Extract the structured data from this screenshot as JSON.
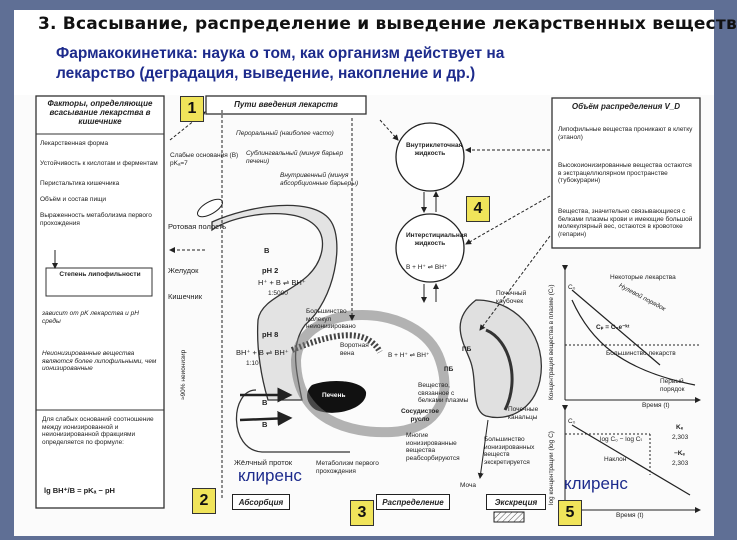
{
  "title": "3. Всасывание, распределение и выведение лекарственных веществ",
  "subtitle_line1": "Фармакокинетика: наука о том, как организм действует на",
  "subtitle_line2": "лекарство (деградация, выведение, накопление и др.)",
  "badges": [
    "1",
    "2",
    "3",
    "4",
    "5"
  ],
  "clearance_left": "клиренс",
  "clearance_right": "клиренс",
  "left_panel": {
    "header": "Факторы, определяющие всасывание лекарства в кишечнике",
    "items": [
      "Лекарственная форма",
      "Устойчивость к кислотам и ферментам",
      "Перистальтика кишечника",
      "Объём и состав пищи",
      "Выраженность метаболизма первого прохождения"
    ],
    "lipophilicity": "Степень липофильности",
    "dependency": "зависит от pK лекарства и pH среды",
    "nonionized": "Неионизированные вещества являются более липофильными, чем ионизированные",
    "formula_note": "Для слабых оснований соотношение между ионизированной и неионизированной фракциями определяется по формуле:",
    "formula": "lg BH⁺/B = pKₐ − pH"
  },
  "routes": {
    "header": "Пути введения лекарств",
    "oral": "Пероральный (наиболее часто)",
    "sublingual": "Сублингвальный (минуя барьер печени)",
    "iv": "Внутривенный (минуя абсорбционные барьеры)",
    "weak_bases": "Слабые основания (B) pKₐ=7"
  },
  "git": {
    "mouth": "Ротовая полость",
    "stomach": "Желудок",
    "stomach_ph": "pH 2",
    "stomach_eq": "H⁺ + B ⇌ BH⁺",
    "stomach_ratio": "1:5000",
    "intestine": "Кишечник",
    "intestine_ph": "pH 8",
    "intestine_eq": "BH⁺ + B ⇌ BH⁺",
    "intestine_ratio": "1:10",
    "b_label": "B",
    "portal": "Воротная вена",
    "liver": "Печень",
    "bile": "Жёлчный проток",
    "metab": "Метаболизм первого прохождения",
    "big_mol": "Большинство молекул неионизировано",
    "absorption_pct": "≈90% неионизир"
  },
  "center": {
    "intracellular": "Внутриклеточная жидкость",
    "interstitial": "Интерстициальная жидкость",
    "eq": "B + H⁺ ⇌ BH⁺",
    "vessels": "Сосудистое русло",
    "bound": "Вещество, связанное с белками плазмы",
    "pb": "ПБ",
    "ionized": "Многие ионизированные вещества реабсорбируются",
    "mocha": "Моча"
  },
  "right_panel": {
    "header": "Объём распределения V_D",
    "items": [
      "Липофильные вещества проникают в клетку (этанол)",
      "Высокоионизированные вещества остаются в экстрацеллюлярном пространстве (тубокурарин)",
      "Вещества, значительно связывающиеся с белками плазмы крови и имеющие большой молекулярный вес, остаются в кровотоке (гепарин)"
    ]
  },
  "kidney": {
    "glomerulus": "Почечный клубочек",
    "tubules": "Почечные канальцы",
    "excreted": "Большинство ионизированных веществ экскретируется"
  },
  "graph1": {
    "some_drugs": "Некоторые лекарства",
    "zero_order": "Нулевой порядок",
    "most_drugs": "Большинство лекарств",
    "first_order": "Первый порядок",
    "ylabel": "Концентрация вещества в плазме (Cₜ)",
    "xlabel": "Время (t)",
    "c0": "C₀",
    "eq": "Cₚ = C₀e⁻ᵏᵗ"
  },
  "graph2": {
    "ylabel": "log концентрации (log C)",
    "log_eq": "log C₀ − log Cₜ",
    "slope": "Наклон",
    "k1": "Kₑ",
    "d1": "2,303",
    "k2": "−Kₑ",
    "d2": "2,303",
    "xlabel": "Время (t)",
    "c0": "C₀"
  },
  "legend": {
    "absorption": "Абсорбция",
    "distribution": "Распределение",
    "excretion": "Экскреция"
  }
}
